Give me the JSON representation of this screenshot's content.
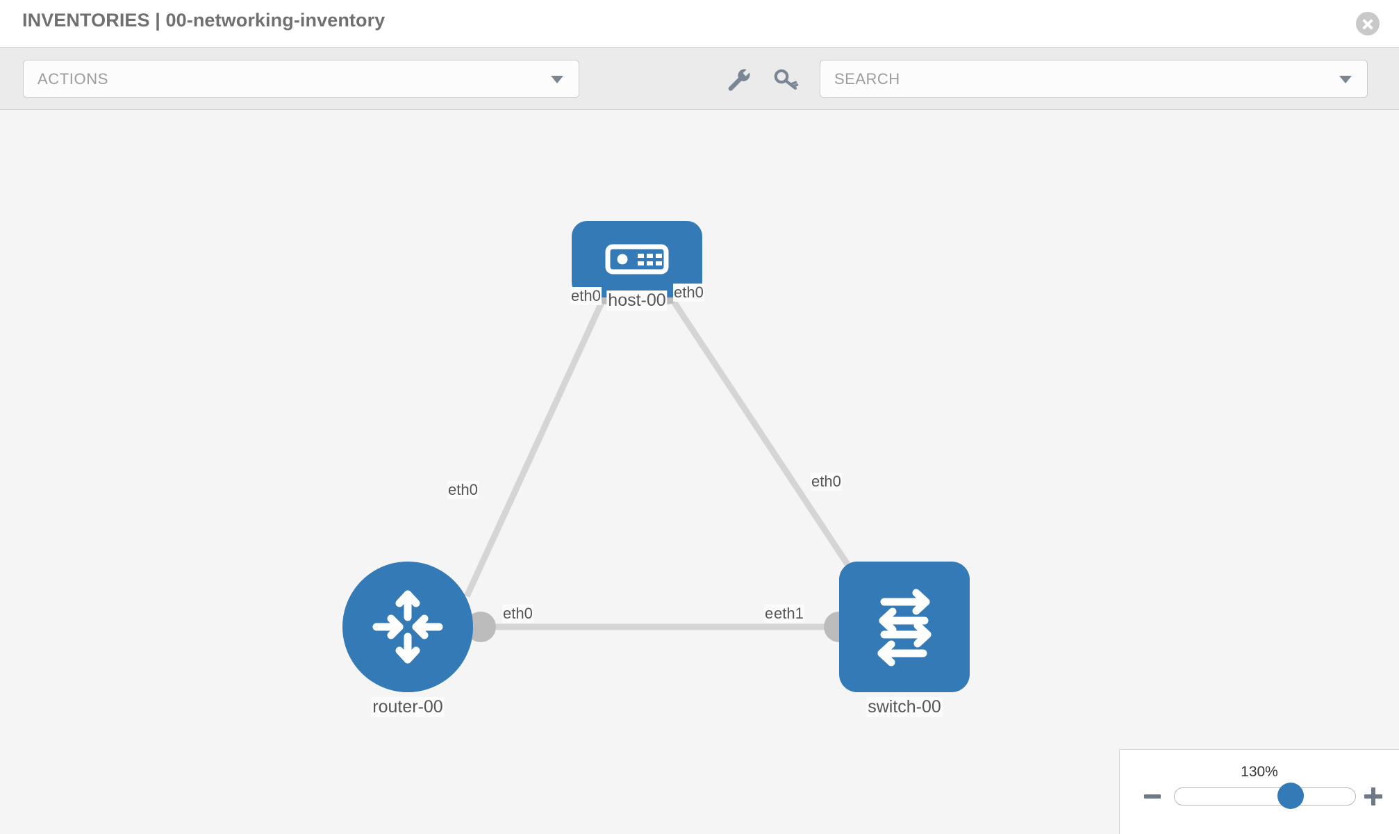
{
  "header": {
    "title": "INVENTORIES | 00-networking-inventory",
    "close_icon": "close-circle-icon"
  },
  "toolbar": {
    "actions_label": "ACTIONS",
    "actions_caret_icon": "chevron-down-icon",
    "wrench_icon": "wrench-icon",
    "key_icon": "key-icon",
    "search_placeholder": "SEARCH",
    "search_value": "",
    "search_caret_icon": "chevron-down-icon"
  },
  "topology": {
    "nodes": [
      {
        "id": "host-00",
        "label": "host-00",
        "type": "host",
        "icon": "server-icon",
        "shape": "rounded-rect",
        "color": "#337ab7"
      },
      {
        "id": "router-00",
        "label": "router-00",
        "type": "router",
        "icon": "router-arrows-icon",
        "shape": "circle",
        "color": "#337ab7"
      },
      {
        "id": "switch-00",
        "label": "switch-00",
        "type": "switch",
        "icon": "switch-arrows-icon",
        "shape": "rounded-square",
        "color": "#337ab7"
      }
    ],
    "interface_labels": [
      {
        "id": "host-left",
        "text": "eth0"
      },
      {
        "id": "host-right",
        "text": "eth0"
      },
      {
        "id": "router-to-host",
        "text": "eth0"
      },
      {
        "id": "switch-to-host",
        "text": "eth0"
      },
      {
        "id": "router-to-switch",
        "text": "eth0"
      },
      {
        "id": "switch-to-router-a",
        "text": "eth"
      },
      {
        "id": "switch-to-router-b",
        "text": "eth1"
      }
    ],
    "edges": [
      {
        "from": "host-00",
        "to": "router-00",
        "from_iface": "eth0",
        "to_iface": "eth0"
      },
      {
        "from": "host-00",
        "to": "switch-00",
        "from_iface": "eth0",
        "to_iface": "eth0"
      },
      {
        "from": "router-00",
        "to": "switch-00",
        "from_iface": "eth0",
        "to_iface": "eth1"
      }
    ]
  },
  "zoom_control": {
    "value": "130%",
    "minus_icon": "minus-icon",
    "plus_icon": "plus-icon"
  }
}
